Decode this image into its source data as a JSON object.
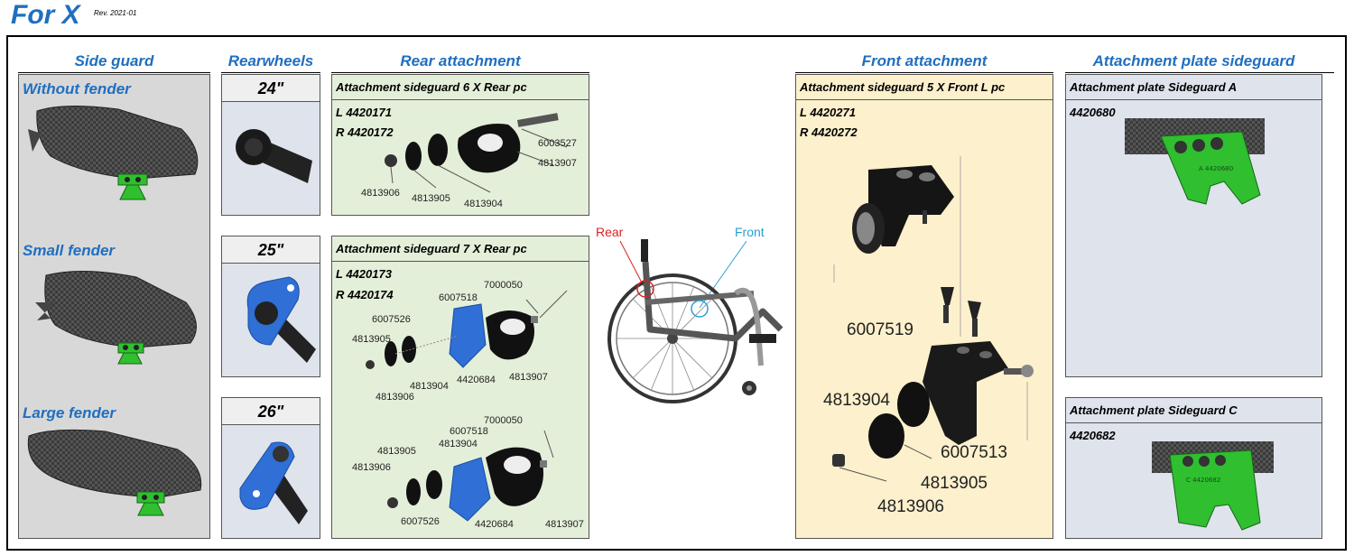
{
  "header": {
    "title": "For X",
    "revision": "Rev. 2021-01"
  },
  "columns": {
    "side_guard": "Side guard",
    "rearwheels": "Rearwheels",
    "rear_attachment": "Rear attachment",
    "front_attachment": "Front attachment",
    "attachment_plate": "Attachment plate sideguard"
  },
  "side_guard": {
    "without_fender": "Without fender",
    "small_fender": "Small fender",
    "large_fender": "Large fender"
  },
  "rearwheels": {
    "w24": "24\"",
    "w25": "25\"",
    "w26": "26\""
  },
  "rear_attachment": {
    "box1": {
      "title": "Attachment sideguard 6 X Rear pc",
      "left": "L  4420171",
      "right": "R  4420172",
      "parts": [
        "6003527",
        "4813907",
        "4813906",
        "4813905",
        "4813904"
      ]
    },
    "box2": {
      "title": "Attachment sideguard 7 X Rear  pc",
      "left": "L 4420173",
      "right": "R 4420174",
      "upper_parts": [
        "7000050",
        "6007518",
        "6007526",
        "4813905",
        "4813904",
        "4420684",
        "4813907",
        "4813906"
      ],
      "lower_parts": [
        "7000050",
        "6007518",
        "4813905",
        "4813904",
        "4813906",
        "6007526",
        "4420684",
        "4813907"
      ]
    }
  },
  "wheelchair": {
    "rear_label": "Rear",
    "front_label": "Front"
  },
  "front_attachment": {
    "title": "Attachment sideguard 5 X Front L pc",
    "left": "L 4420271",
    "right": "R 4420272",
    "parts": [
      "6007519",
      "4813904",
      "6007513",
      "4813905",
      "4813906"
    ]
  },
  "attachment_plate": {
    "a": {
      "title": "Attachment plate Sideguard A",
      "code": "4420680",
      "stamp": "A  4420680"
    },
    "c": {
      "title": "Attachment plate Sideguard C",
      "code": "4420682",
      "stamp": "C  4420682"
    }
  },
  "colors": {
    "brand_blue": "#1f6fc0",
    "green_part": "#2fbf2f",
    "blue_part": "#2f6fd6"
  }
}
